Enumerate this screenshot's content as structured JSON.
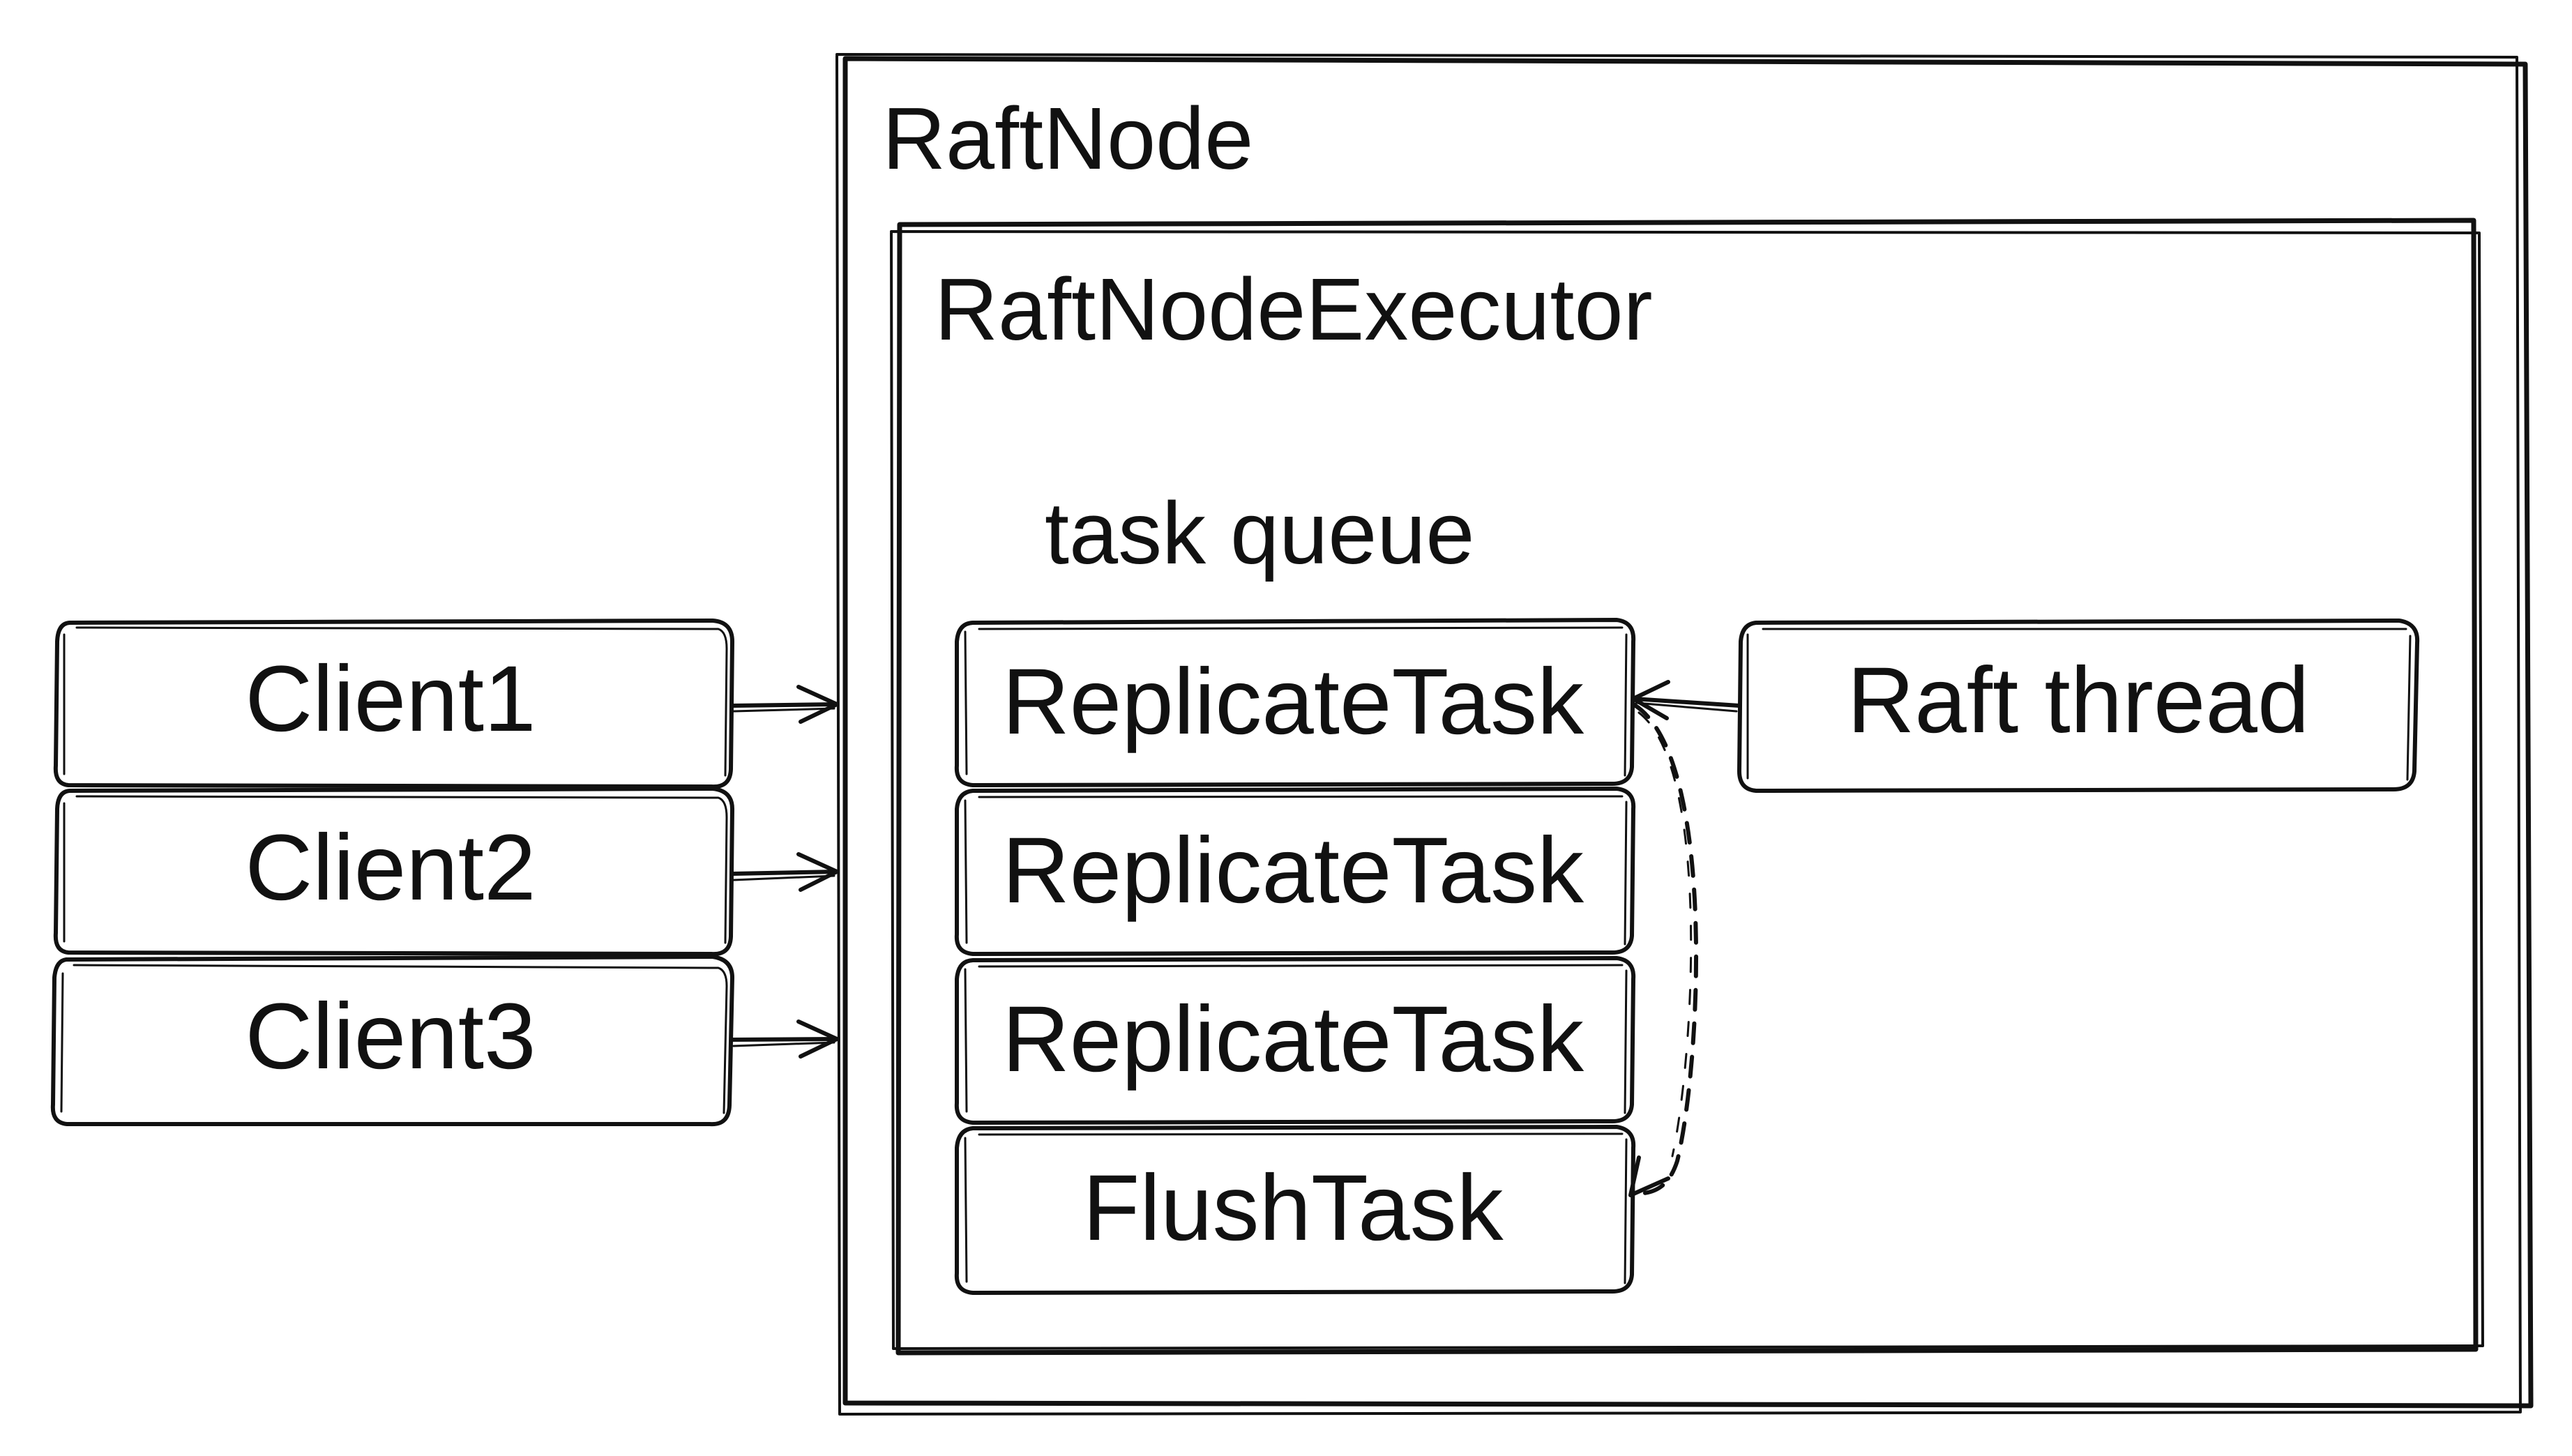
{
  "clients": [
    {
      "label": "Client1"
    },
    {
      "label": "Client2"
    },
    {
      "label": "Client3"
    }
  ],
  "raft_node": {
    "title": "RaftNode",
    "executor": {
      "title": "RaftNodeExecutor",
      "queue_label": "task queue",
      "tasks": [
        {
          "label": "ReplicateTask"
        },
        {
          "label": "ReplicateTask"
        },
        {
          "label": "ReplicateTask"
        },
        {
          "label": "FlushTask"
        }
      ]
    },
    "thread": {
      "label": "Raft thread"
    }
  },
  "style": {
    "stroke_color": "#111111",
    "background": "#ffffff"
  }
}
